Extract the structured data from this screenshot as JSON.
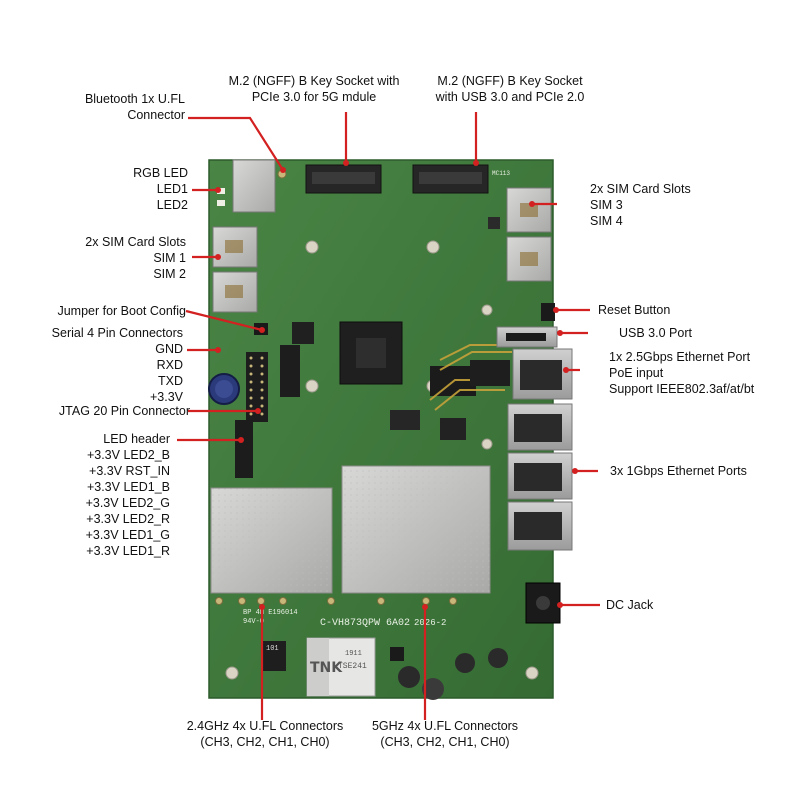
{
  "board": {
    "silkscreen_model": "C-VH873QPW 6A02",
    "silkscreen_date": "2026-2",
    "silkscreen_lot": "BP 4M E196014",
    "silkscreen_rating": "94V-0",
    "silkscreen_code": "MC113",
    "transformer_brand": "TNK",
    "transformer_part": "TSE241",
    "transformer_num": "1911",
    "inductor_code": "101",
    "accent_color": "#d32020",
    "pcb_color": "#3f7a3c"
  },
  "labels": {
    "bt": [
      "Bluetooth 1x U.FL",
      "Connector"
    ],
    "m2_5g": [
      "M.2 (NGFF) B Key Socket with",
      "PCIe 3.0 for 5G mdule"
    ],
    "m2_usb": [
      "M.2 (NGFF) B Key Socket",
      "with USB 3.0 and PCIe 2.0"
    ],
    "rgb": [
      "RGB LED",
      "LED1",
      "LED2"
    ],
    "sim_right": [
      "2x SIM Card Slots",
      "SIM 3",
      "SIM 4"
    ],
    "sim_left": [
      "2x SIM Card Slots",
      "SIM 1",
      "SIM 2"
    ],
    "jumper": "Jumper for Boot Config",
    "serial": [
      "Serial 4 Pin Connectors",
      "GND",
      "RXD",
      "TXD",
      "+3.3V"
    ],
    "reset": "Reset Button",
    "usb": "USB 3.0 Port",
    "eth25": [
      "1x 2.5Gbps Ethernet Port",
      "PoE input",
      "Support IEEE802.3af/at/bt"
    ],
    "jtag": "JTAG 20 Pin Connector",
    "led_header": [
      "LED header",
      "+3.3V LED2_B",
      "+3.3V  RST_IN",
      "+3.3V LED1_B",
      "+3.3V LED2_G",
      "+3.3V  LED2_R",
      "+3.3V  LED1_G",
      "+3.3V LED1_R"
    ],
    "eth1g": "3x 1Gbps Ethernet Ports",
    "dc": "DC Jack",
    "ufl24": [
      "2.4GHz 4x U.FL Connectors",
      "(CH3, CH2, CH1, CH0)"
    ],
    "ufl5": [
      "5GHz 4x U.FL Connectors",
      "(CH3, CH2, CH1, CH0)"
    ]
  }
}
